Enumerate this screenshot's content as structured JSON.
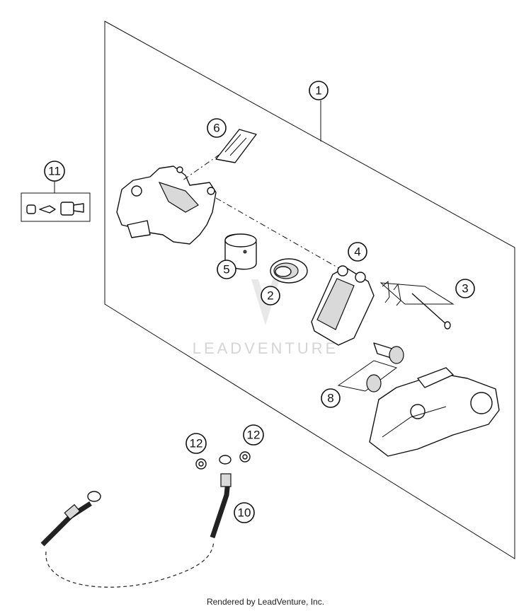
{
  "callouts": [
    {
      "id": "1",
      "label": "1"
    },
    {
      "id": "2",
      "label": "2"
    },
    {
      "id": "3",
      "label": "3"
    },
    {
      "id": "4",
      "label": "4"
    },
    {
      "id": "5",
      "label": "5"
    },
    {
      "id": "6",
      "label": "6"
    },
    {
      "id": "8",
      "label": "8"
    },
    {
      "id": "10",
      "label": "10"
    },
    {
      "id": "11",
      "label": "11"
    },
    {
      "id": "12a",
      "label": "12"
    },
    {
      "id": "12b",
      "label": "12"
    }
  ],
  "watermark": "LEADVENTURE",
  "footer": "Rendered by LeadVenture, Inc."
}
